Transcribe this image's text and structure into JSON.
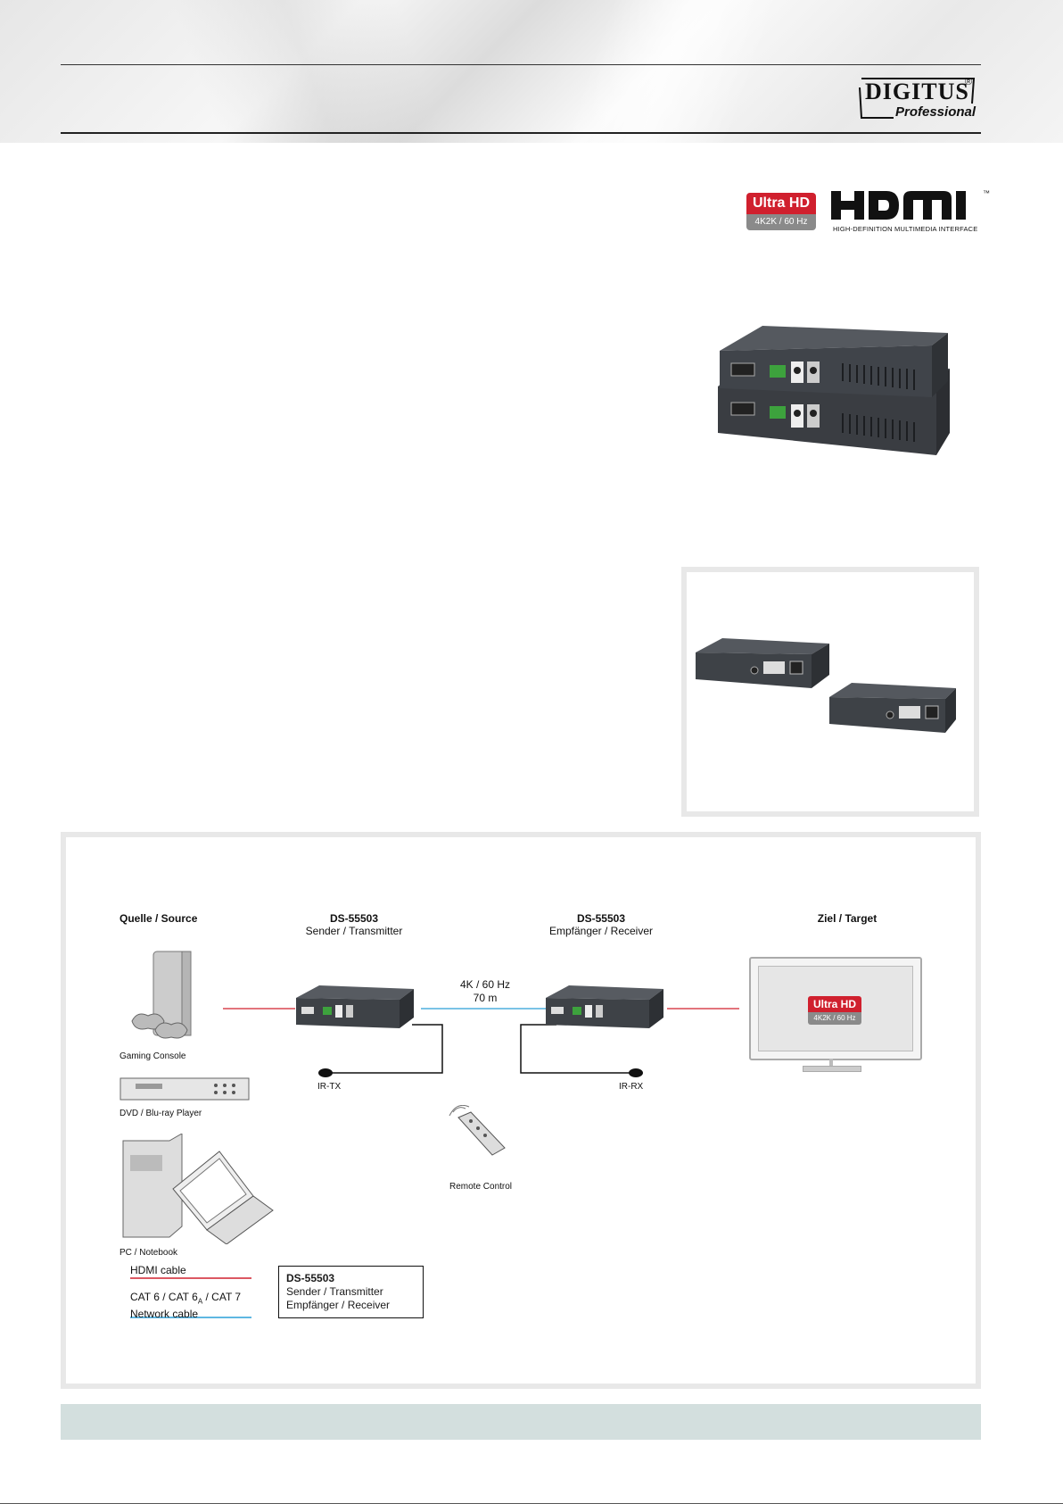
{
  "brand": {
    "logo_word": "DIGITUS",
    "logo_sub": "Professional",
    "logo_reg": "®"
  },
  "badges": {
    "ultra_hd": "Ultra HD",
    "ultra_hd_sub": "4K2K / 60 Hz",
    "hdmi_sub": "HIGH-DEFINITION MULTIMEDIA INTERFACE",
    "hdmi_tm": "™"
  },
  "diagram": {
    "source": "Quelle / Source",
    "transmitter_model": "DS-55503",
    "transmitter_role": "Sender / Transmitter",
    "receiver_model": "DS-55503",
    "receiver_role": "Empfänger / Receiver",
    "target": "Ziel / Target",
    "link_res": "4K / 60 Hz",
    "link_dist": "70 m",
    "ir_tx": "IR-TX",
    "ir_rx": "IR-RX",
    "remote": "Remote Control",
    "sources": [
      "Gaming Console",
      "DVD / Blu-ray Player",
      "PC / Notebook"
    ],
    "tv_badge": "Ultra HD",
    "tv_badge_sub": "4K2K / 60 Hz",
    "legend_hdmi": "HDMI cable",
    "legend_cat_1": "CAT 6 / CAT 6",
    "legend_cat_sub": "A",
    "legend_cat_2": " / CAT 7",
    "legend_network": "Network cable",
    "legend_box_model": "DS-55503",
    "legend_box_tx": "Sender / Transmitter",
    "legend_box_rx": "Empfänger / Receiver"
  },
  "colors": {
    "hdmi_line": "#d0202e",
    "network_line": "#2a9fd8",
    "badge_red": "#d0202e"
  }
}
